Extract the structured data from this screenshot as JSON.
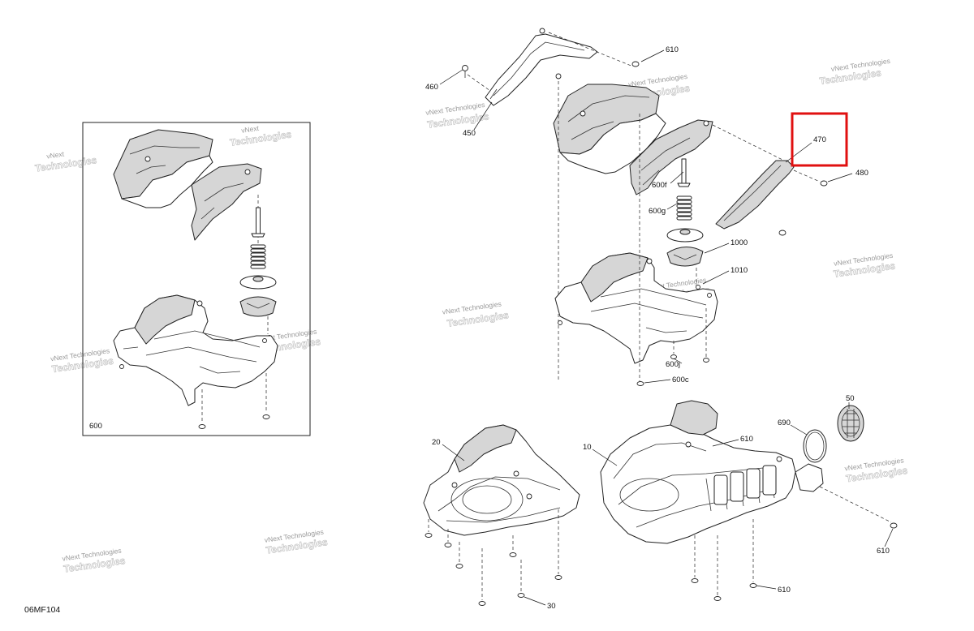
{
  "diagram": {
    "reference_code": "06MF104",
    "inset_label": "600",
    "highlighted_label": "470",
    "watermark_line1": "vNext",
    "watermark_line2": "Technologies",
    "watermark_full": "vNext Technologies"
  },
  "callouts": {
    "c460": "460",
    "c450": "450",
    "c610_top": "610",
    "c470": "470",
    "c480": "480",
    "c600f": "600f",
    "c600g": "600g",
    "c1000": "1000",
    "c1010": "1010",
    "c600j": "600j",
    "c600c": "600c",
    "c20": "20",
    "c10": "10",
    "c610_mid": "610",
    "c690": "690",
    "c50": "50",
    "c610_right": "610",
    "c610_bottom": "610",
    "c30": "30"
  },
  "colors": {
    "highlight": "#e01010",
    "line": "#222222",
    "watermark": "#999999"
  }
}
